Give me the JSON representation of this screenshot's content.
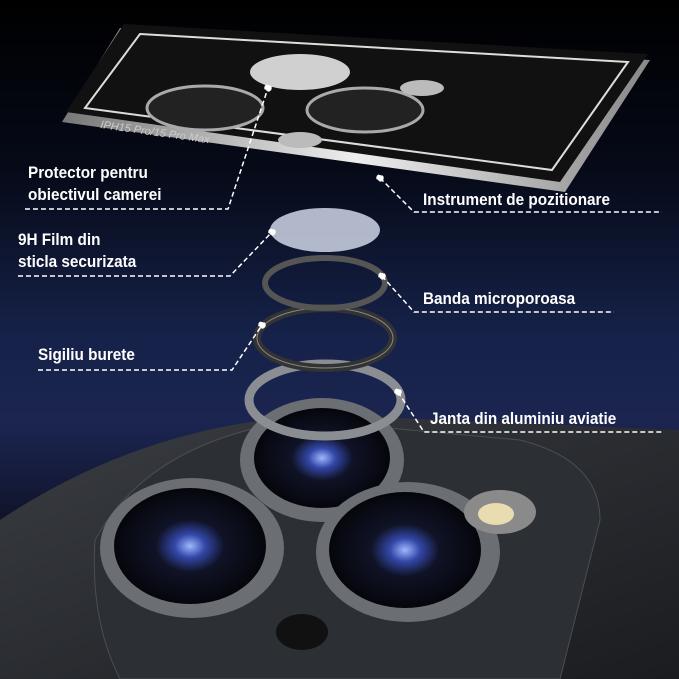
{
  "plate_text": "IPH15 Pro/15 Pro Max",
  "labels": {
    "protector_line1": "Protector pentru",
    "protector_line2": "obiectivul camerei",
    "positioning": "Instrument de pozitionare",
    "film_line1": "9H Film din",
    "film_line2": "sticla securizata",
    "band": "Banda microporoasa",
    "seal": "Sigiliu burete",
    "rim": "Janta din aluminiu aviatie"
  },
  "colors": {
    "background_mid": "#1b2550",
    "label": "#ffffff",
    "plate": "#111111",
    "plate_edge": "#c8c8c8"
  }
}
